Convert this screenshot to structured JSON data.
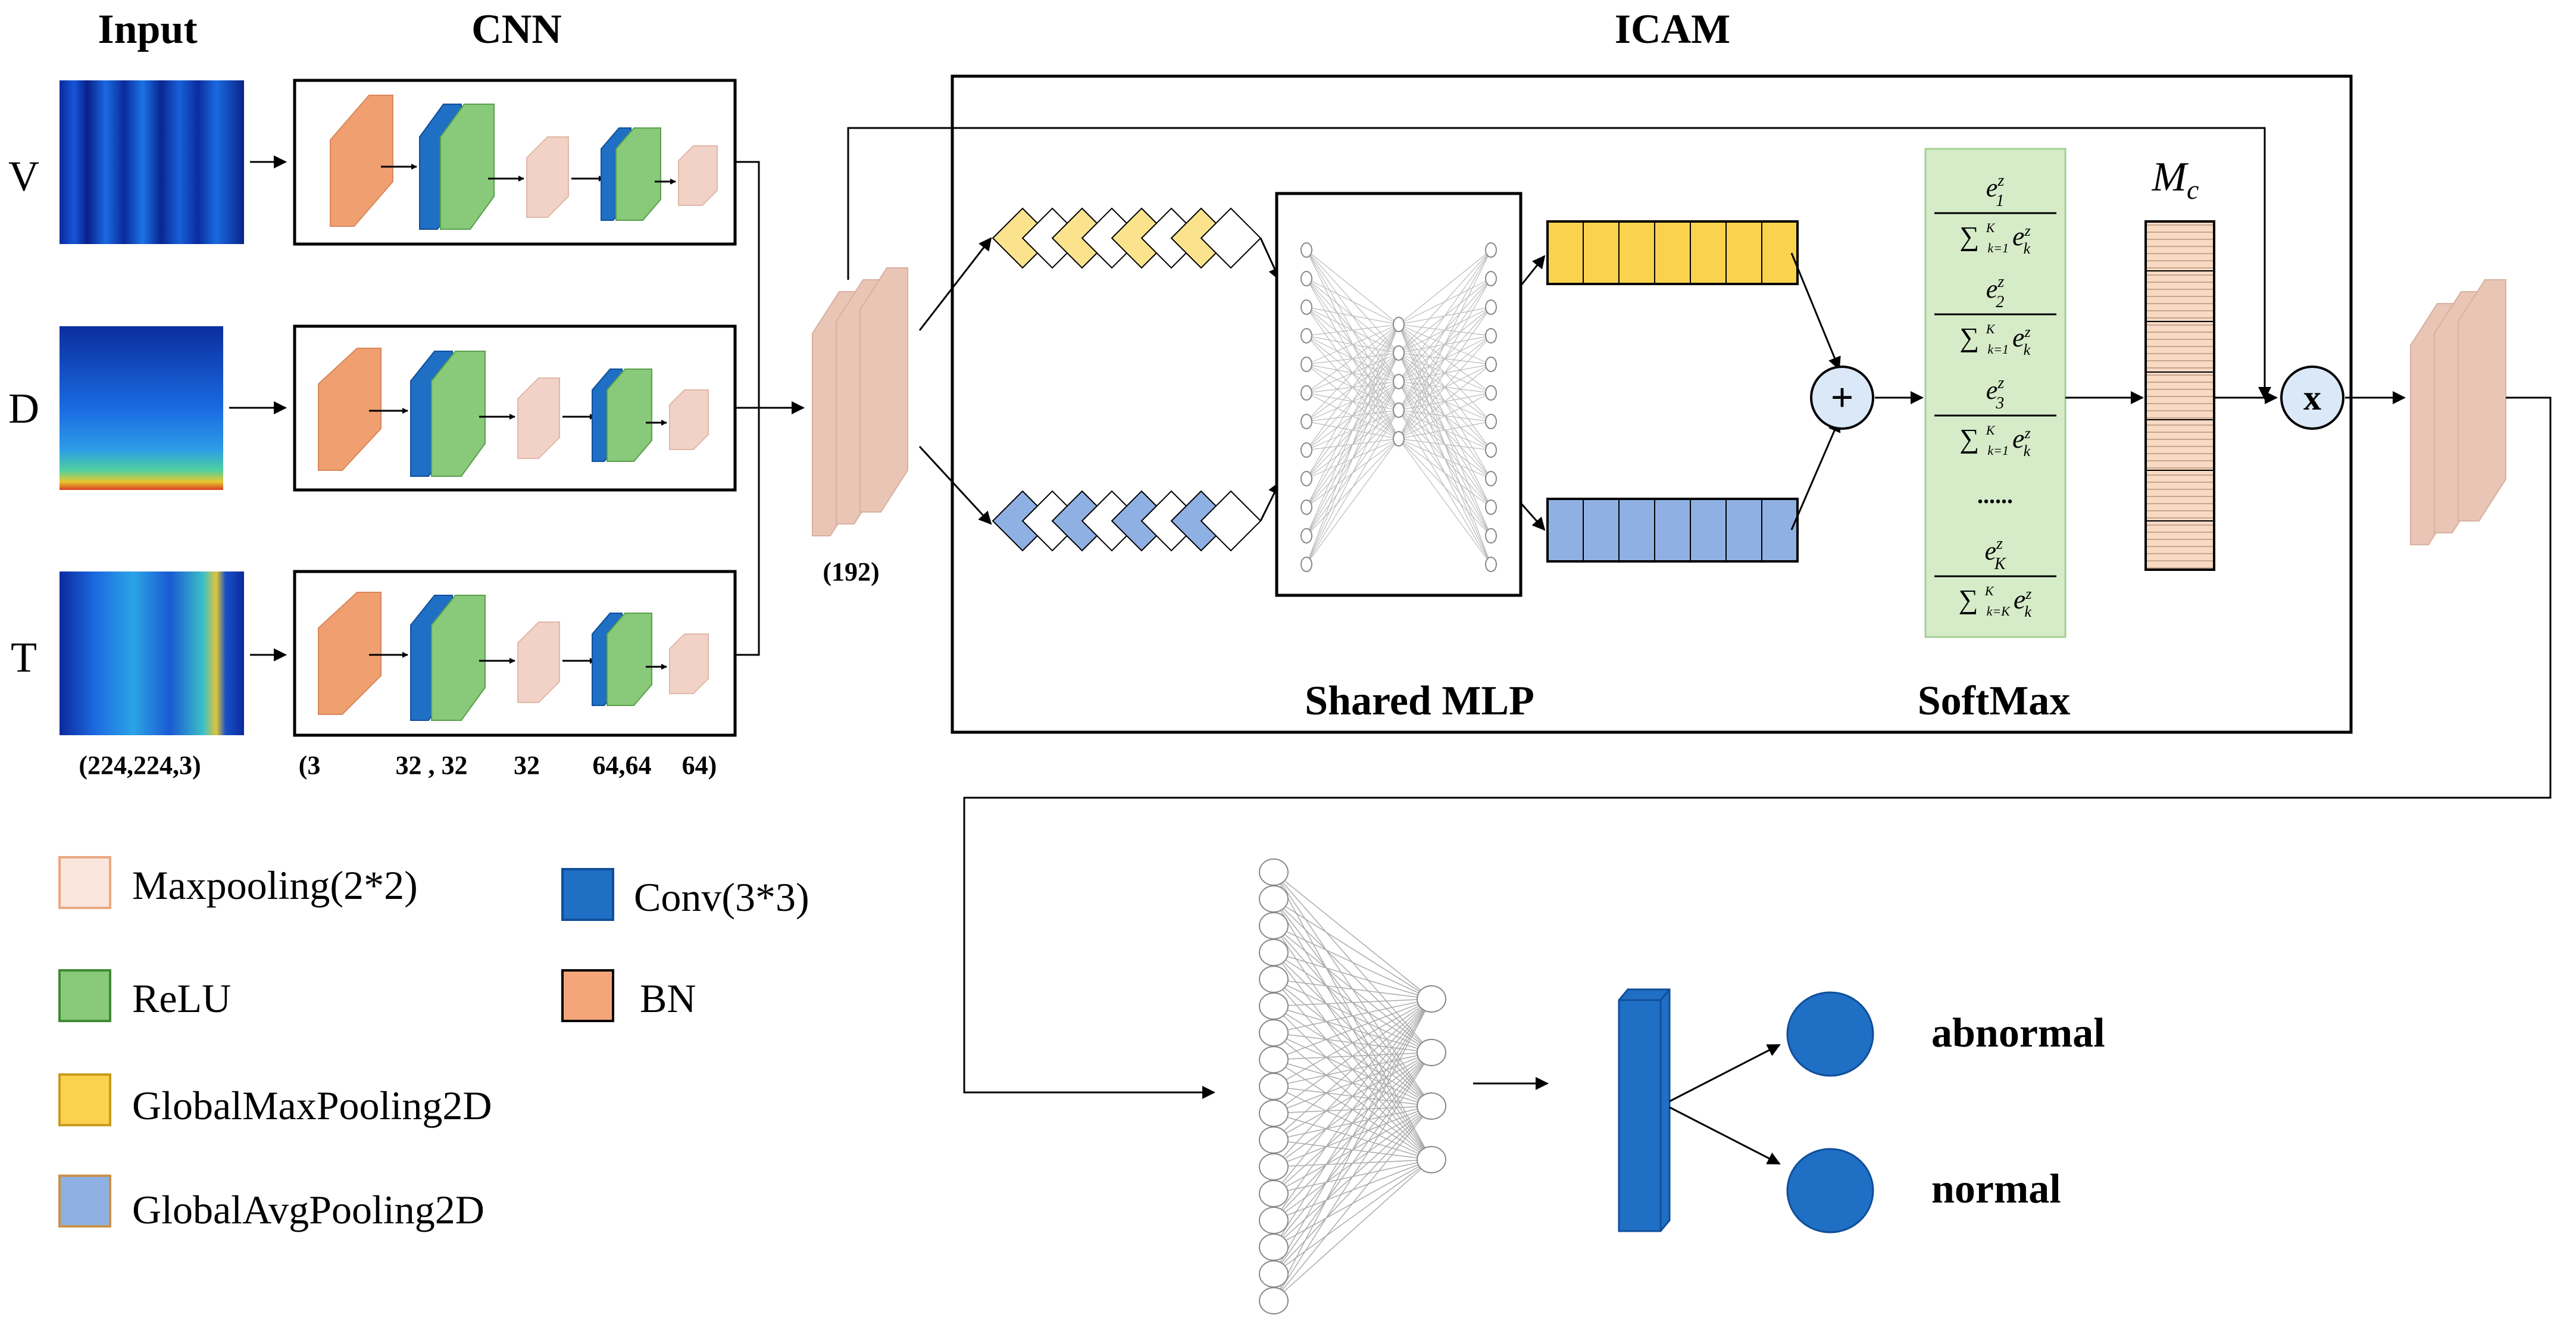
{
  "headers": {
    "input": "Input",
    "cnn": "CNN",
    "icam": "ICAM"
  },
  "rows": [
    {
      "label": "V"
    },
    {
      "label": "D"
    },
    {
      "label": "T"
    }
  ],
  "dims": {
    "input": "(224,224,3)",
    "cnn_a": "(3",
    "cnn_b": "32 , 32",
    "cnn_c": "32",
    "cnn_d": "64,64",
    "cnn_e": "64)",
    "concat": "(192)"
  },
  "icam": {
    "shared_mlp": "Shared MLP",
    "softmax": "SoftMax",
    "mc_symbol": "M",
    "mc_subscript": "c",
    "plus": "+",
    "times": "x",
    "dots": "......",
    "softmax_terms": [
      {
        "num": "e",
        "num_sub": "1",
        "num_sup": "z",
        "den_sub": "k=1"
      },
      {
        "num": "e",
        "num_sub": "2",
        "num_sup": "z",
        "den_sub": "k=1"
      },
      {
        "num": "e",
        "num_sub": "3",
        "num_sup": "z",
        "den_sub": "k=1"
      },
      {
        "num": "e",
        "num_sub": "K",
        "num_sup": "z",
        "den_sub": "k=K"
      }
    ],
    "sum_symbol": "∑",
    "sum_sup": "K",
    "den_term": "e",
    "den_term_sub": "k",
    "den_term_sup": "z"
  },
  "legend": {
    "maxpooling": "Maxpooling(2*2)",
    "conv": "Conv(3*3)",
    "relu": "ReLU",
    "bn": "BN",
    "gmp": "GlobalMaxPooling2D",
    "gap": "GlobalAvgPooling2D"
  },
  "outputs": {
    "abnormal": "abnormal",
    "normal": "normal"
  },
  "colors": {
    "maxpool": "#f2d2c6",
    "conv": "#1f6fc5",
    "relu": "#88c97a",
    "bn": "#f0a070",
    "gmp": "#fbe38e",
    "gap": "#8fb0e3",
    "softmax_bg": "#d6ecc9",
    "mc_fill": "#f7d9c4",
    "output_node": "#1f6fc5"
  }
}
